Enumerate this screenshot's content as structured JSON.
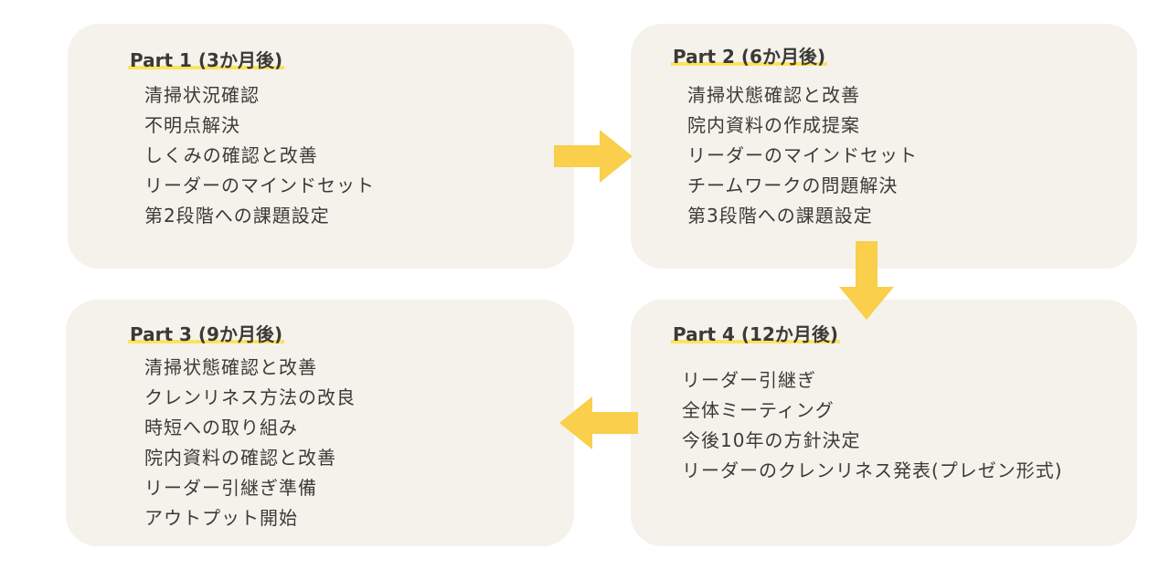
{
  "colors": {
    "card": "#f5f2ec",
    "arrow": "#f9cf4b",
    "highlight": "#fbe35e",
    "text": "#3c3a36"
  },
  "parts": [
    {
      "title": "Part 1 (3か月後)",
      "items": [
        "清掃状況確認",
        "不明点解決",
        "しくみの確認と改善",
        "リーダーのマインドセット",
        "第2段階への課題設定"
      ]
    },
    {
      "title": "Part 2 (6か月後)",
      "items": [
        "清掃状態確認と改善",
        "院内資料の作成提案",
        "リーダーのマインドセット",
        "チームワークの問題解決",
        "第3段階への課題設定"
      ]
    },
    {
      "title": "Part 3 (9か月後)",
      "items": [
        "清掃状態確認と改善",
        "クレンリネス方法の改良",
        "時短への取り組み",
        "院内資料の確認と改善",
        "リーダー引継ぎ準備",
        "アウトプット開始"
      ]
    },
    {
      "title": "Part 4 (12か月後)",
      "items": [
        "リーダー引継ぎ",
        "全体ミーティング",
        "今後10年の方針決定",
        "リーダーのクレンリネス発表(プレゼン形式)"
      ]
    }
  ],
  "arrows": [
    {
      "name": "arrow-right-icon",
      "direction": "right"
    },
    {
      "name": "arrow-down-icon",
      "direction": "down"
    },
    {
      "name": "arrow-left-icon",
      "direction": "left"
    }
  ]
}
